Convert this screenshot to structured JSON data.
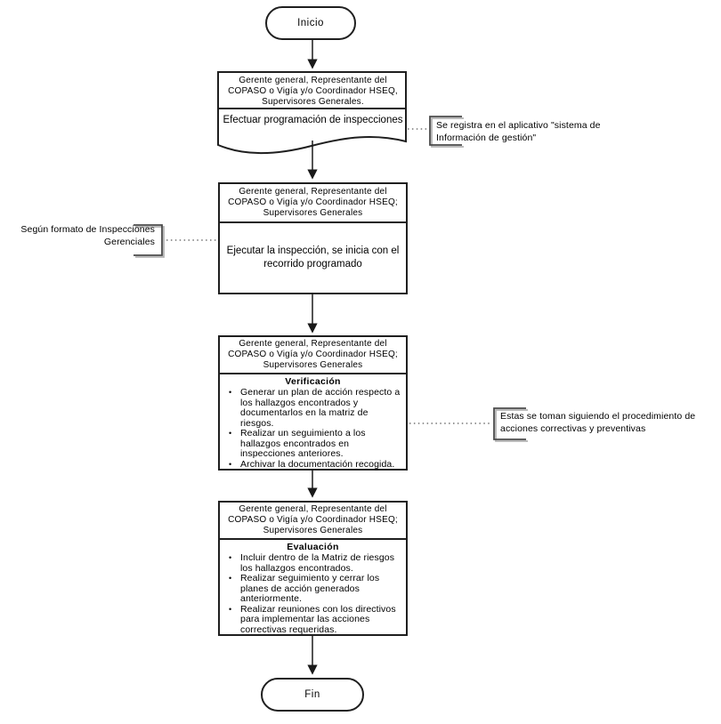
{
  "diagram": {
    "start_label": "Inicio",
    "end_label": "Fin",
    "bullet_char": "•",
    "steps": [
      {
        "shape": "document",
        "responsible": "Gerente general, Representante del COPASO o Vigía y/o Coordinador HSEQ, Supervisores Generales.",
        "action": "Efectuar programación de inspecciones"
      },
      {
        "shape": "process",
        "responsible": "Gerente general, Representante del COPASO o Vigía y/o Coordinador HSEQ; Supervisores Generales",
        "action": "Ejecutar la inspección, se inicia con el recorrido programado"
      },
      {
        "shape": "process",
        "responsible": "Gerente general, Representante del COPASO o Vigía y/o Coordinador HSEQ; Supervisores Generales",
        "title": "Verificación",
        "bullets": [
          "Generar un plan de acción respecto a los hallazgos encontrados y documentarlos en la matriz de riesgos.",
          "Realizar un seguimiento a los hallazgos encontrados en inspecciones anteriores.",
          "Archivar la documentación recogida."
        ]
      },
      {
        "shape": "process",
        "responsible": "Gerente general, Representante del COPASO o Vigía y/o Coordinador HSEQ; Supervisores Generales",
        "title": "Evaluación",
        "bullets": [
          "Incluir dentro de la Matriz de riesgos los hallazgos encontrados.",
          "Realizar seguimiento y cerrar los planes de acción generados anteriormente.",
          "Realizar reuniones con los directivos para implementar las acciones correctivas requeridas."
        ]
      }
    ],
    "annotations": [
      {
        "side": "right",
        "text": "Se registra en el aplicativo \"sistema de Información de gestión\""
      },
      {
        "side": "left",
        "text": "Según formato de Inspecciones Gerenciales"
      },
      {
        "side": "right",
        "text": "Estas se toman siguiendo el procedimiento de acciones correctivas y preventivas"
      }
    ],
    "colors": {
      "shape_stroke": "#1f1f1f",
      "annotation_bracket": "#4a4a4a",
      "dotted_connector": "#595959",
      "background": "#ffffff",
      "text": "#000000"
    }
  }
}
